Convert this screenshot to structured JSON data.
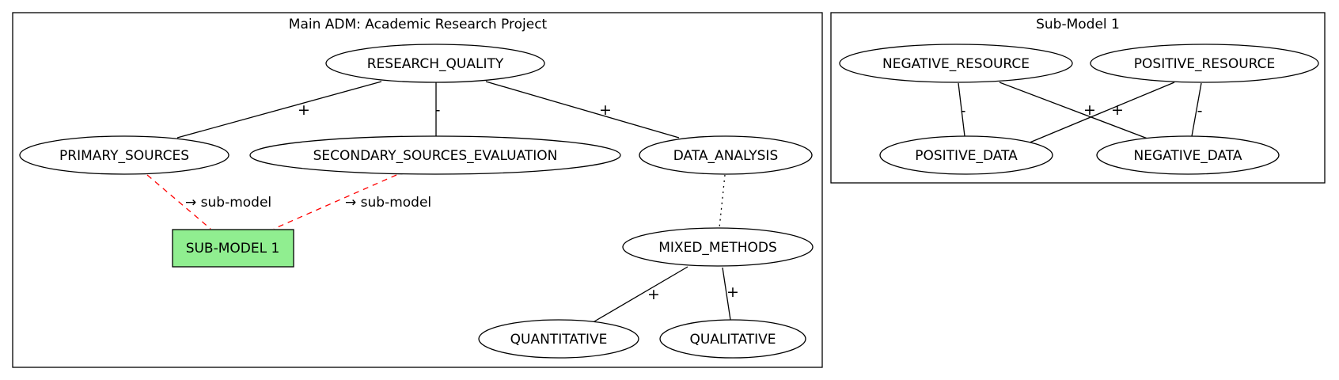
{
  "clusters": {
    "main": {
      "title": "Main ADM: Academic Research Project"
    },
    "sub": {
      "title": "Sub-Model 1"
    }
  },
  "nodes": {
    "research_quality": "RESEARCH_QUALITY",
    "primary_sources": "PRIMARY_SOURCES",
    "secondary_sources_evaluation": "SECONDARY_SOURCES_EVALUATION",
    "data_analysis": "DATA_ANALYSIS",
    "mixed_methods": "MIXED_METHODS",
    "quantitative": "QUANTITATIVE",
    "qualitative": "QUALITATIVE",
    "sub_model_1": "SUB-MODEL 1",
    "negative_resource": "NEGATIVE_RESOURCE",
    "positive_resource": "POSITIVE_RESOURCE",
    "positive_data": "POSITIVE_DATA",
    "negative_data": "NEGATIVE_DATA"
  },
  "edges": {
    "rq_primary": "+",
    "rq_secondary": "-",
    "rq_data_analysis": "+",
    "mm_quantitative": "+",
    "mm_qualitative": "+",
    "primary_sub_link": "→ sub-model",
    "secondary_sub_link": "→ sub-model",
    "negres_posdata": "-",
    "negres_negdata": "+",
    "posres_posdata": "+",
    "posres_negdata": "-"
  },
  "colors": {
    "submodel_fill": "#90ee90",
    "link_edge": "#ff0000",
    "stroke": "#000000"
  }
}
